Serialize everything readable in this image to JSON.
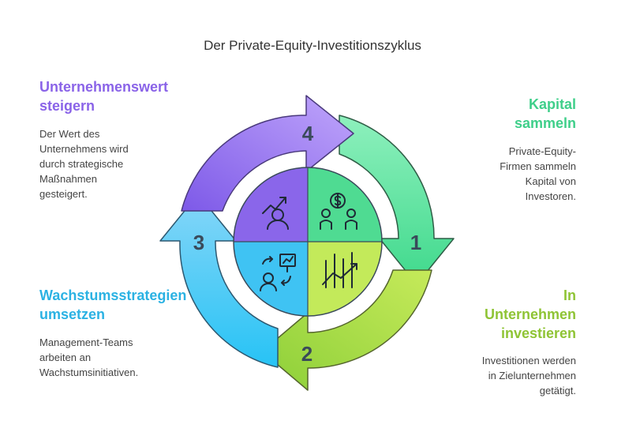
{
  "title": "Der Private-Equity-Investitionszyklus",
  "steps": [
    {
      "number": "1",
      "heading_lines": [
        "Kapital",
        "sammeln"
      ],
      "description_lines": [
        "Private-Equity-",
        "Firmen sammeln",
        "Kapital von",
        "Investoren."
      ],
      "color": "#3fcf8a"
    },
    {
      "number": "2",
      "heading_lines": [
        "In",
        "Unternehmen",
        "investieren"
      ],
      "description_lines": [
        "Investitionen werden",
        "in Zielunternehmen",
        "getätigt."
      ],
      "color": "#8fc435"
    },
    {
      "number": "3",
      "heading_lines": [
        "Wachstumsstrategien",
        "umsetzen"
      ],
      "description_lines": [
        "Management-Teams",
        "arbeiten an",
        "Wachstumsinitiativen."
      ],
      "color": "#2bb2e3"
    },
    {
      "number": "4",
      "heading_lines": [
        "Unternehmenswert",
        "steigern"
      ],
      "description_lines": [
        "Der Wert des",
        "Unternehmens wird",
        "durch strategische",
        "Maßnahmen",
        "gesteigert."
      ],
      "color": "#8a63e8"
    }
  ],
  "icons": {
    "q1": "money-people-icon",
    "q2": "growth-chart-icon",
    "q3": "presentation-person-icon",
    "q4": "trend-person-icon"
  }
}
